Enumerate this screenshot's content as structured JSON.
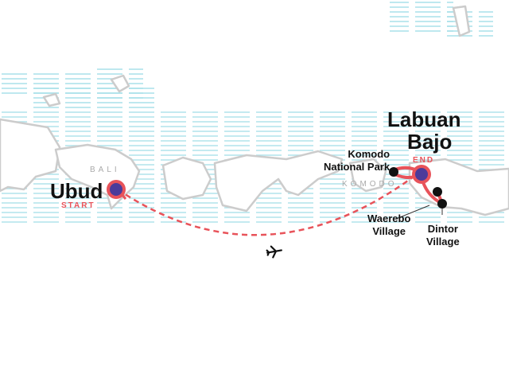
{
  "regions": {
    "bali": "BALI",
    "komodo": "KOMODO"
  },
  "start": {
    "name": "Ubud",
    "tag": "START"
  },
  "end": {
    "name_line1": "Labuan",
    "name_line2": "Bajo",
    "tag": "END"
  },
  "stops": [
    {
      "line1": "Komodo",
      "line2": "National Park"
    },
    {
      "line1": "Waerebo",
      "line2": "Village"
    },
    {
      "line1": "Dintor",
      "line2": "Village"
    }
  ],
  "icons": {
    "transport": "airplane-icon"
  },
  "colors": {
    "route": "#e8535a",
    "marker_fill": "#4b3b9a",
    "land_outline": "#cccccc",
    "water": "#a8e0ea",
    "stop": "#111111"
  }
}
